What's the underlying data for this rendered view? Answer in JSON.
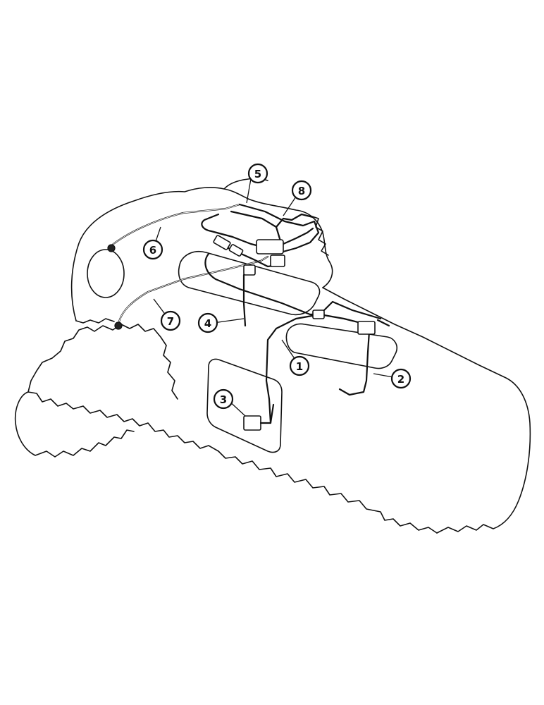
{
  "diagram": {
    "callouts": [
      {
        "id": "c1",
        "label": "1"
      },
      {
        "id": "c2",
        "label": "2"
      },
      {
        "id": "c3",
        "label": "3"
      },
      {
        "id": "c4",
        "label": "4"
      },
      {
        "id": "c5",
        "label": "5"
      },
      {
        "id": "c6",
        "label": "6"
      },
      {
        "id": "c7",
        "label": "7"
      },
      {
        "id": "c8",
        "label": "8"
      }
    ]
  },
  "colors": {
    "line": "#111111",
    "background": "#ffffff"
  }
}
